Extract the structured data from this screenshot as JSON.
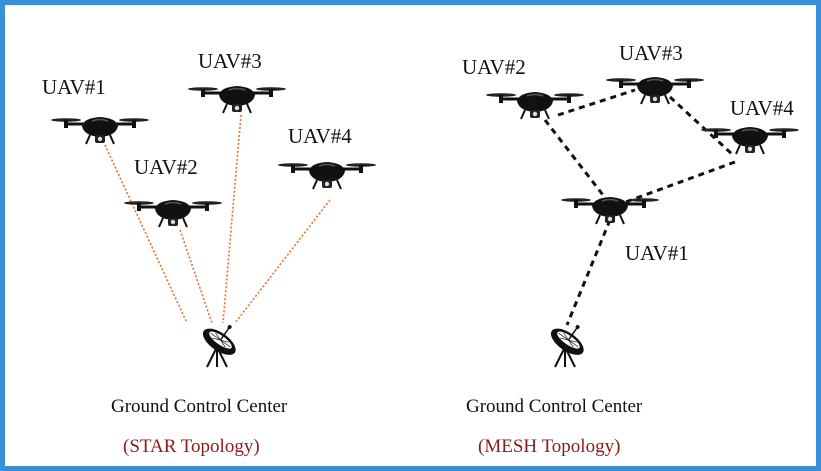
{
  "star": {
    "uav1": "UAV#1",
    "uav2": "UAV#2",
    "uav3": "UAV#3",
    "uav4": "UAV#4",
    "ground": "Ground Control Center",
    "caption": "(STAR Topology)"
  },
  "mesh": {
    "uav1": "UAV#1",
    "uav2": "UAV#2",
    "uav3": "UAV#3",
    "uav4": "UAV#4",
    "ground": "Ground Control Center",
    "caption": "(MESH Topology)"
  },
  "colors": {
    "border": "#3a8fd6",
    "star_link": "#e8702a",
    "mesh_link": "#111111",
    "caption": "#8b1a1a"
  },
  "icons": {
    "uav": "quadcopter-drone-icon",
    "ground": "satellite-dish-icon"
  }
}
